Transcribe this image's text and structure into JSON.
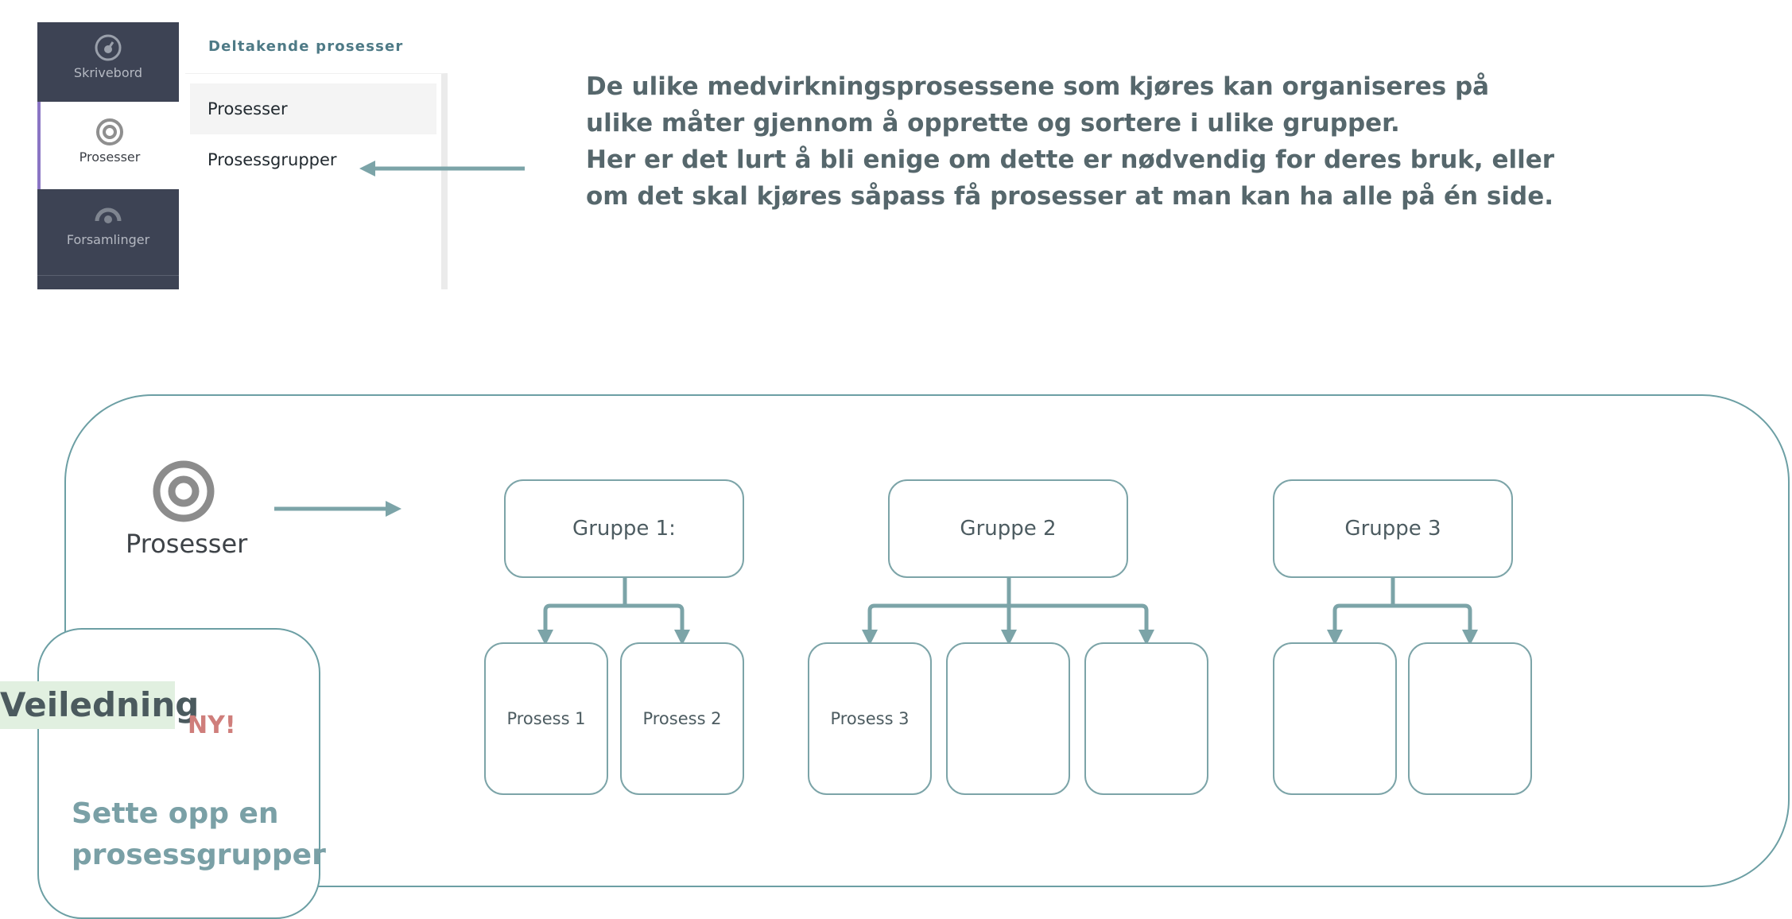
{
  "sidebar": {
    "items": [
      {
        "label": "Skrivebord",
        "icon": "dashboard-icon",
        "active": false
      },
      {
        "label": "Prosesser",
        "icon": "target-icon",
        "active": true
      },
      {
        "label": "Forsamlinger",
        "icon": "assembly-icon",
        "active": false
      }
    ]
  },
  "subnav": {
    "title": "Deltakende prosesser",
    "items": [
      {
        "label": "Prosesser",
        "selected": true
      },
      {
        "label": "Prosessgrupper",
        "selected": false
      }
    ]
  },
  "explanation": {
    "line1": "De ulike medvirkningsprosessene som kjøres kan organiseres på ulike måter gjennom å opprette og sortere i ulike grupper.",
    "line2": "Her er det lurt å bli enige om dette er nødvendig for deres bruk, eller om det skal kjøres såpass få prosesser at man kan ha alle på én side."
  },
  "diagram": {
    "root_label": "Prosesser",
    "root_icon": "target-icon",
    "groups": [
      {
        "label": "Gruppe 1:",
        "processes": [
          "Prosess 1",
          "Prosess 2"
        ]
      },
      {
        "label": "Gruppe 2",
        "processes": [
          "Prosess 3",
          "",
          ""
        ]
      },
      {
        "label": "Gruppe 3",
        "processes": [
          "",
          ""
        ]
      }
    ]
  },
  "guide": {
    "tag": "Veiledning",
    "badge": "NY!",
    "title": "Sette opp en prosessgrupper"
  },
  "colors": {
    "accent_teal": "#6c9fa4",
    "rail_bg": "#3d4354",
    "active_marker": "#8a75c4",
    "new_badge": "#cf7e7b",
    "guide_highlight": "#e1f0e0"
  }
}
